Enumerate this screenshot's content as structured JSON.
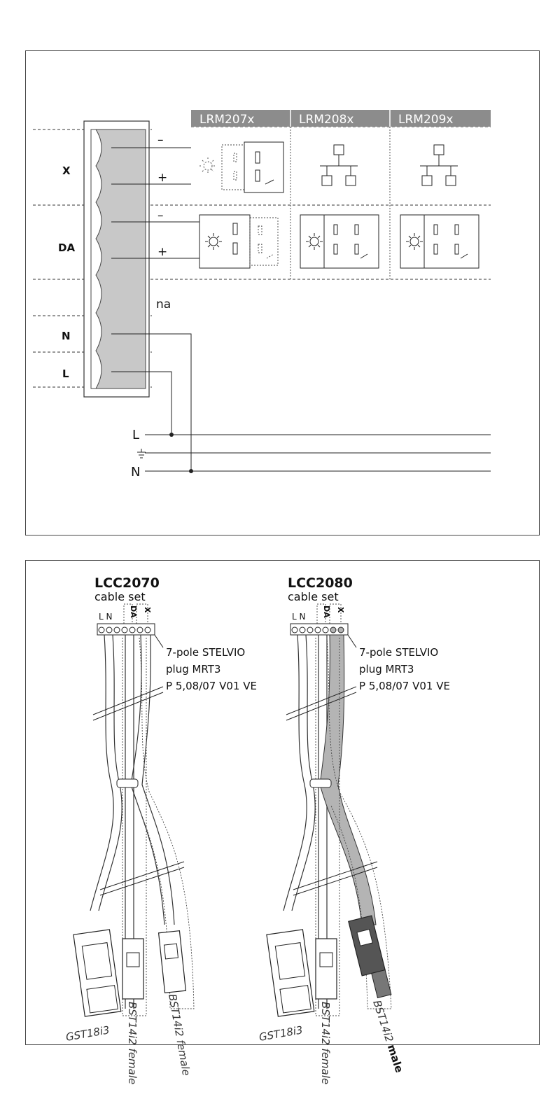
{
  "wiring": {
    "rows": [
      {
        "label": "X",
        "polarity": [
          "–",
          "+"
        ]
      },
      {
        "label": "DA",
        "polarity": [
          "–",
          "+"
        ]
      },
      {
        "label": "na"
      },
      {
        "label": "N"
      },
      {
        "label": "L"
      }
    ],
    "headers": [
      "LRM207x",
      "LRM208x",
      "LRM209x"
    ],
    "mains": [
      "L",
      "N"
    ]
  },
  "cables": {
    "left": {
      "title": "LCC2070",
      "subtitle": "cable set",
      "pins": [
        "L",
        "N",
        "DA",
        "X"
      ],
      "plug": [
        "7-pole STELVIO",
        "plug MRT3",
        "P 5,08/07 V01 VE"
      ],
      "connectors": [
        "GST18i3",
        "BST14i2 female",
        "BST14i2 female"
      ]
    },
    "right": {
      "title": "LCC2080",
      "subtitle": "cable set",
      "pins": [
        "L",
        "N",
        "DA",
        "X"
      ],
      "plug": [
        "7-pole STELVIO",
        "plug MRT3",
        "P 5,08/07 V01 VE"
      ],
      "connectors": [
        "GST18i3",
        "BST14i2 female",
        "BST14i2",
        "male"
      ]
    }
  },
  "colors": {
    "terminal_fill": "#c8c8c8",
    "header_fill": "#8c8c8c",
    "cable_gray": "#b4b4b4"
  }
}
